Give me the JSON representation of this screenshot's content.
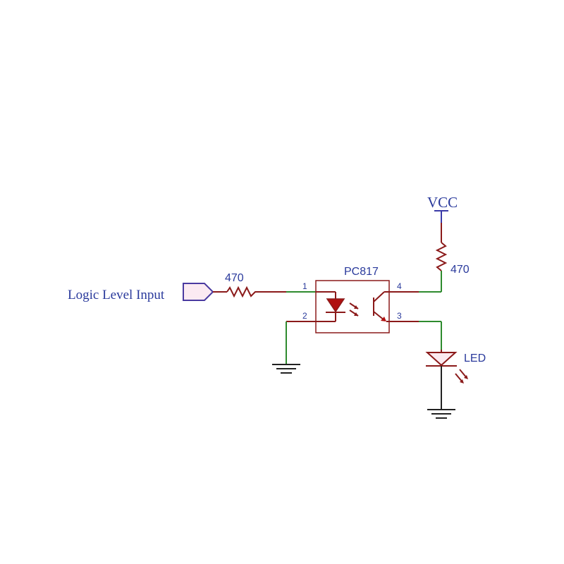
{
  "labels": {
    "input_port": "Logic Level Input",
    "vcc": "VCC",
    "optocoupler": "PC817",
    "r_input": "470",
    "r_pullup": "470",
    "led": "LED"
  },
  "pins": {
    "p1": "1",
    "p2": "2",
    "p3": "3",
    "p4": "4"
  },
  "colors": {
    "component": "#8b1a1a",
    "wire_green": "#2e8b2e",
    "label": "#2a3a9c",
    "ground": "#222222"
  }
}
